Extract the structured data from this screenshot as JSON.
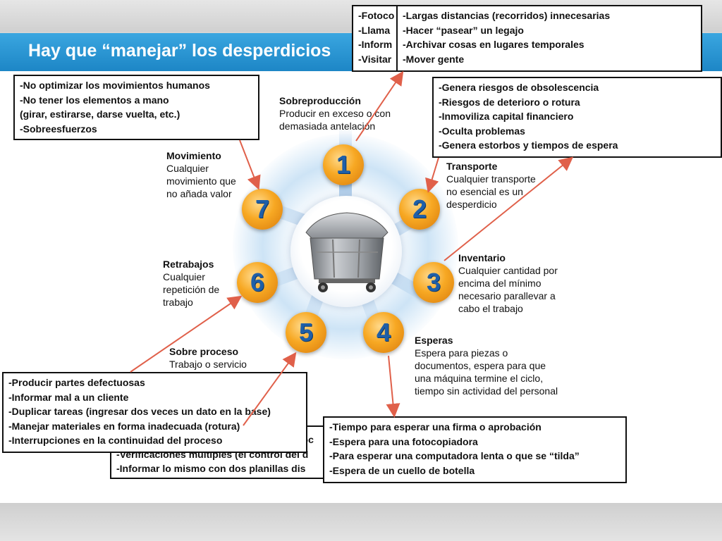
{
  "title": "Hay que “manejar” los desperdicios",
  "wastes": [
    {
      "number": "1",
      "name": "Sobreproducción",
      "desc": "Producir en exceso o con demasiada antelación"
    },
    {
      "number": "2",
      "name": "Transporte",
      "desc": "Cualquier transporte no esencial es un desperdicio"
    },
    {
      "number": "3",
      "name": "Inventario",
      "desc": "Cualquier cantidad por encima del mínimo necesario parallevar a cabo el trabajo"
    },
    {
      "number": "4",
      "name": "Esperas",
      "desc": "Espera para piezas o documentos, espera para que una máquina termine el ciclo, tiempo sin actividad del personal"
    },
    {
      "number": "5",
      "name": "Sobre proceso",
      "desc": "Trabajo o servicio"
    },
    {
      "number": "6",
      "name": "Retrabajos",
      "desc": "Cualquier repetición de trabajo"
    },
    {
      "number": "7",
      "name": "Movimiento",
      "desc": "Cualquier movimiento que no añada valor"
    }
  ],
  "boxes": {
    "movimiento": [
      "-No optimizar los movimientos humanos",
      "-No tener los elementos a mano",
      "(girar, estirarse, darse vuelta, etc.)",
      "-Sobreesfuerzos"
    ],
    "sobreproduccion_partial": [
      "-Fotoco",
      "-Llama",
      "-Inform",
      "-Visitar"
    ],
    "transporte": [
      "-Largas distancias (recorridos) innecesarias",
      "-Hacer “pasear” un legajo",
      "-Archivar cosas en lugares temporales",
      "-Mover gente"
    ],
    "inventario": [
      "-Genera riesgos de obsolescencia",
      "-Riesgos de deterioro o rotura",
      "-Inmoviliza capital financiero",
      "-Oculta problemas",
      "-Genera estorbos y tiempos de espera"
    ],
    "retrabajos": [
      "-Producir partes defectuosas",
      "-Informar mal a un cliente",
      "-Duplicar tareas (ingresar dos veces un dato en la base)",
      "-Manejar materiales en forma inadecuada (rotura)",
      "-Interrupciones en la continuidad del proceso"
    ],
    "sobreproceso_partial": [
      "doc",
      "-Verificaciones múltiples (el control del d",
      "-Informar lo mismo con dos planillas dis"
    ],
    "esperas": [
      "-Tiempo para esperar una firma o aprobación",
      "-Espera para una fotocopiadora",
      "-Para esperar una computadora lenta o que se “tilda”",
      "-Espera de un cuello de botella"
    ]
  },
  "colors": {
    "title_bar": "#2196d3",
    "numbers": "#f5a623",
    "number_text": "#1f5fa8",
    "arrows": "#e0604a"
  },
  "center_icon": "waste-container-icon"
}
